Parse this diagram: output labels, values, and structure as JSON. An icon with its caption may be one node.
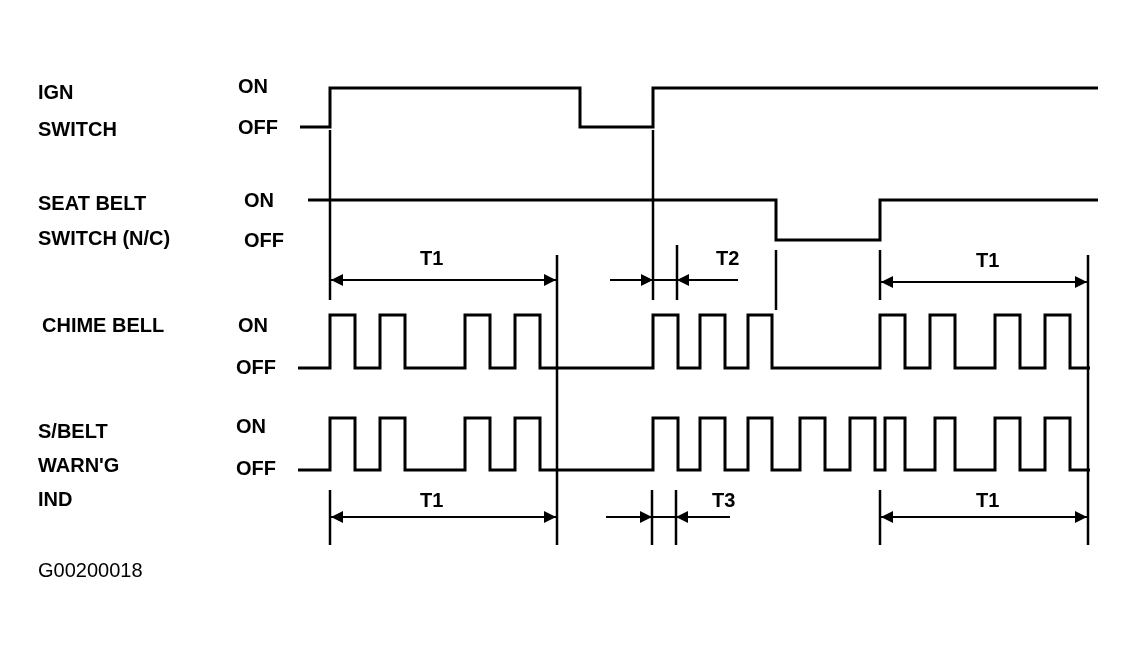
{
  "diagram": {
    "labels": [
      "IGN SWITCH",
      "ON",
      "OFF",
      "SEAT BELT SWITCH (N/C)",
      "ON",
      "OFF",
      "T1",
      "T2",
      "T1",
      "CHIME BELL",
      "ON",
      "OFF",
      "S/BELT WARN'G IND",
      "ON",
      "OFF",
      "T1",
      "T3",
      "T1",
      "G00200018"
    ]
  }
}
